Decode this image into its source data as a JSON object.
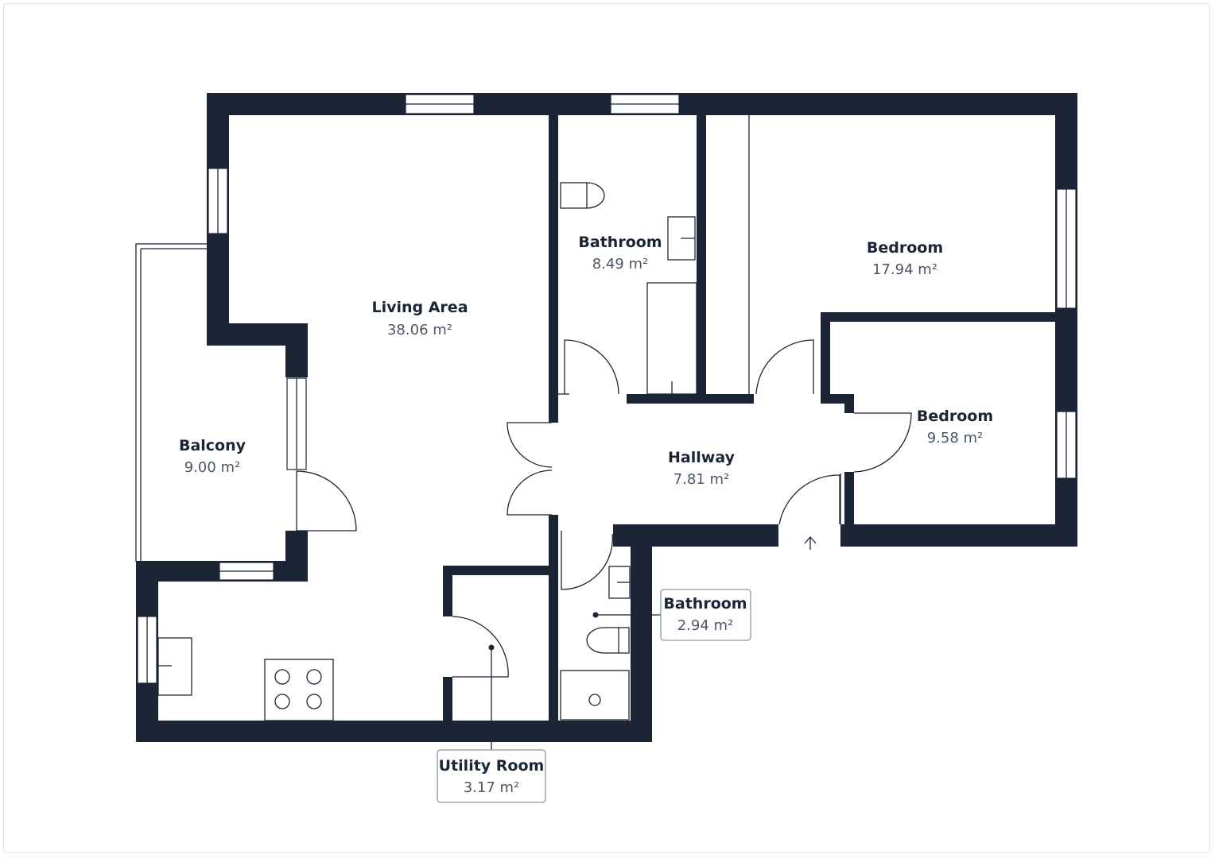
{
  "rooms": {
    "living_area": {
      "name": "Living Area",
      "area": "38.06 m²"
    },
    "bathroom_main": {
      "name": "Bathroom",
      "area": "8.49 m²"
    },
    "bedroom_large": {
      "name": "Bedroom",
      "area": "17.94 m²"
    },
    "bedroom_small": {
      "name": "Bedroom",
      "area": "9.58 m²"
    },
    "balcony": {
      "name": "Balcony",
      "area": "9.00 m²"
    },
    "hallway": {
      "name": "Hallway",
      "area": "7.81 m²"
    },
    "bathroom_small": {
      "name": "Bathroom",
      "area": "2.94 m²"
    },
    "utility_room": {
      "name": "Utility Room",
      "area": "3.17 m²"
    }
  },
  "entrance": {
    "icon": "arrow-up-icon"
  },
  "colors": {
    "wall": "#1b2536",
    "background": "#ffffff",
    "callout_border": "#8d96a3"
  }
}
